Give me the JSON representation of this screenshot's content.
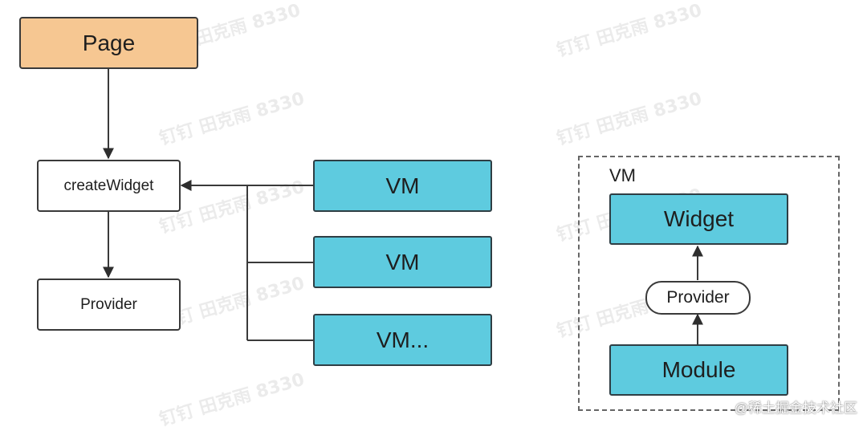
{
  "watermark": "钉钉 田克雨 8330",
  "left": {
    "page": "Page",
    "create_widget": "createWidget",
    "provider": "Provider",
    "vm_boxes": [
      "VM",
      "VM",
      "VM..."
    ]
  },
  "right": {
    "container_label": "VM",
    "widget": "Widget",
    "provider": "Provider",
    "module": "Module"
  },
  "credit": "@稀土掘金技术社区",
  "colors": {
    "page_fill": "#f6c792",
    "vm_fill": "#5ecbdf",
    "line": "#3a3a3a"
  }
}
